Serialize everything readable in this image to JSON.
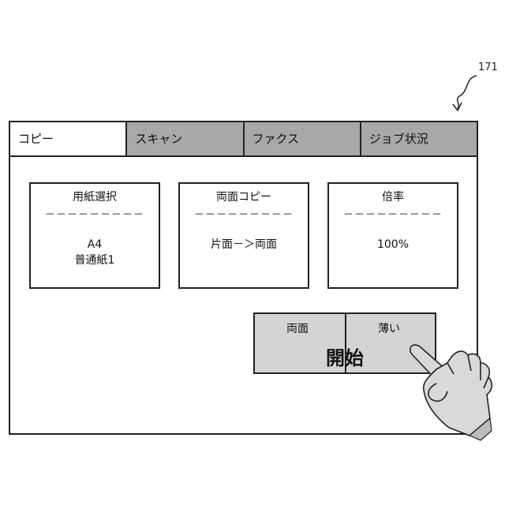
{
  "figure": {
    "ref_number": "171"
  },
  "tabs": [
    {
      "label": "コピー",
      "active": true
    },
    {
      "label": "スキャン",
      "active": false
    },
    {
      "label": "ファクス",
      "active": false
    },
    {
      "label": "ジョブ状況",
      "active": false
    }
  ],
  "cards": {
    "paper": {
      "title": "用紙選択",
      "separator": "－－－－－－－－－",
      "value_line1": "A4",
      "value_line2": "普通紙1"
    },
    "duplex": {
      "title": "両面コピー",
      "separator": "－－－－－－－－－",
      "value_line1": "片面－＞両面"
    },
    "zoom": {
      "title": "倍率",
      "separator": "－－－－－－－－－",
      "value_line1": "100%"
    }
  },
  "start_button": {
    "left_label": "両面",
    "right_label": "薄い",
    "main_label": "開始"
  },
  "colors": {
    "tab_inactive": "#a8a8a8",
    "tab_active": "#ffffff",
    "start_button": "#d4d4d4",
    "hand": "#d9d9d9"
  },
  "icons": {
    "pointer": "hand-pointer-icon",
    "ref_arrow": "curved-arrow-icon"
  }
}
